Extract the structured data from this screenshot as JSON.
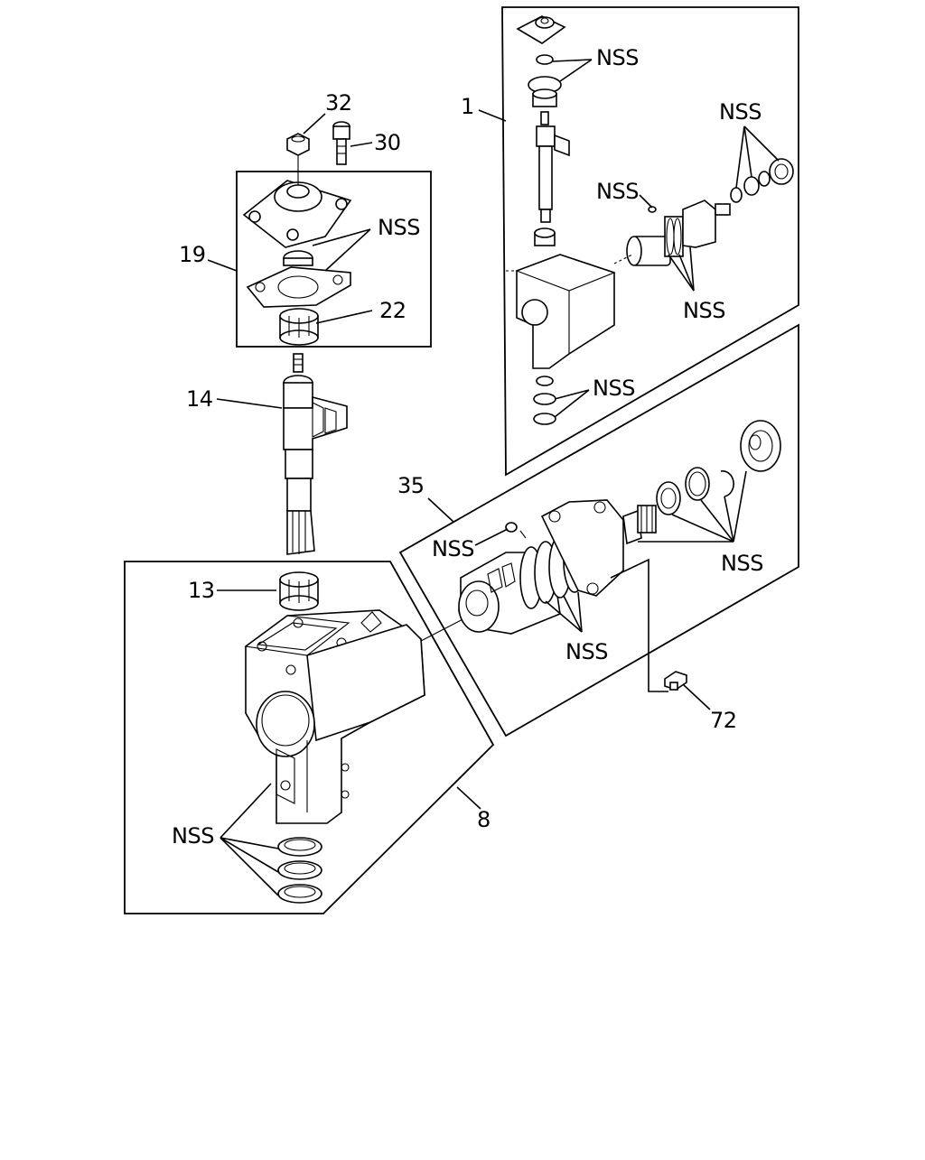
{
  "labels": {
    "l1": "1",
    "l8": "8",
    "l13": "13",
    "l14": "14",
    "l19": "19",
    "l22": "22",
    "l30": "30",
    "l32": "32",
    "l35": "35",
    "l72": "72",
    "nss": "NSS"
  }
}
